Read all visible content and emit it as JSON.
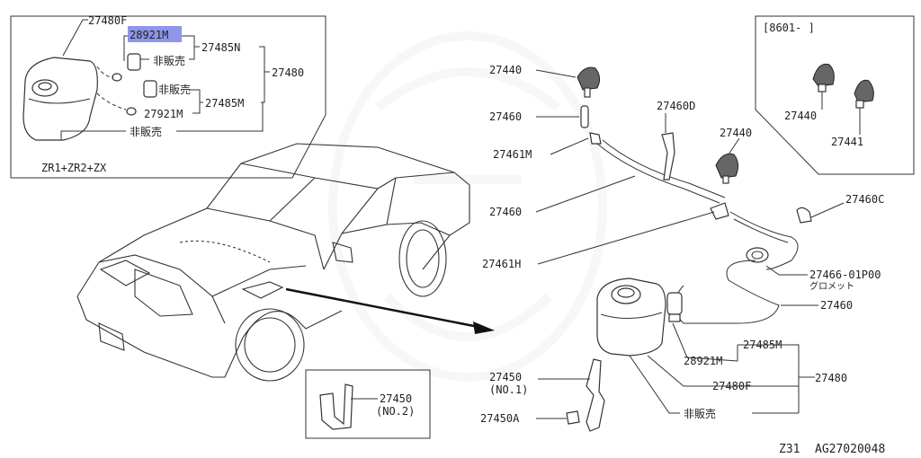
{
  "inset_top_left": {
    "parts": [
      "27480F",
      "28921M",
      "27485N",
      "27480",
      "非販売",
      "非販売",
      "27921M",
      "27485M",
      "非販売"
    ],
    "models": "ZR1+ZR2+ZX"
  },
  "inset_top_right": {
    "range": "[8601-    ]",
    "parts": [
      "27440",
      "27441"
    ]
  },
  "inset_bottom": {
    "part": "27450",
    "note": "(NO.2)"
  },
  "main_labels": [
    "27440",
    "27460",
    "27461M",
    "27460D",
    "27440",
    "27460",
    "27460C",
    "27461H",
    "27466-01P00",
    "グロメット",
    "27460",
    "27485M",
    "28921M",
    "27480",
    "27480F",
    "27450",
    "(NO.1)",
    "27450A",
    "非販売"
  ],
  "footer": {
    "model": "Z31",
    "code": "AG27020048"
  },
  "colors": {
    "highlight": "#8f95e8",
    "line": "#333333"
  }
}
